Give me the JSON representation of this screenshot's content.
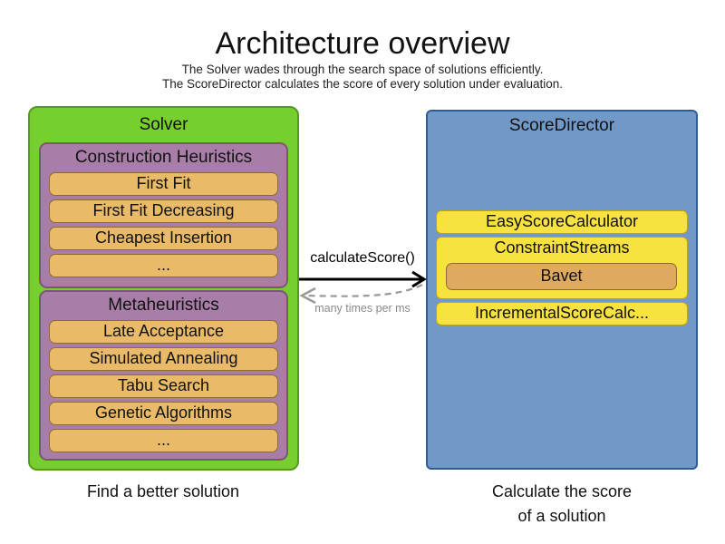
{
  "title": "Architecture overview",
  "subtitle": {
    "line1": "The Solver wades through the search space of solutions efficiently.",
    "line2": "The ScoreDirector calculates the score of every solution under evaluation."
  },
  "solver": {
    "title": "Solver",
    "caption": "Find a better solution",
    "construction_heuristics": {
      "title": "Construction Heuristics",
      "items": [
        "First Fit",
        "First Fit Decreasing",
        "Cheapest Insertion",
        "..."
      ]
    },
    "metaheuristics": {
      "title": "Metaheuristics",
      "items": [
        "Late Acceptance",
        "Simulated Annealing",
        "Tabu Search",
        "Genetic Algorithms",
        "..."
      ]
    }
  },
  "score_director": {
    "title": "ScoreDirector",
    "caption_line1": "Calculate the score",
    "caption_line2": "of a solution",
    "easy_score_calculator": "EasyScoreCalculator",
    "constraint_streams": "ConstraintStreams",
    "bavet": "Bavet",
    "incremental_score_calculator": "IncrementalScoreCalc..."
  },
  "interaction": {
    "call_label": "calculateScore()",
    "frequency_label": "many times per ms"
  },
  "colors": {
    "solver_fill": "#77ce2f",
    "solver_border": "#559a1e",
    "heuristic_group_fill": "#a87ea8",
    "heuristic_group_border": "#7b557b",
    "algorithm_fill": "#e9ba67",
    "algorithm_border": "#8f6b29",
    "score_director_fill": "#7199c8",
    "score_director_border": "#2e5c94",
    "calculator_fill": "#f7e23f",
    "calculator_border": "#bfa50c",
    "bavet_fill": "#dfa95f",
    "solid_arrow": "#000000",
    "dashed_arrow": "#999999"
  }
}
